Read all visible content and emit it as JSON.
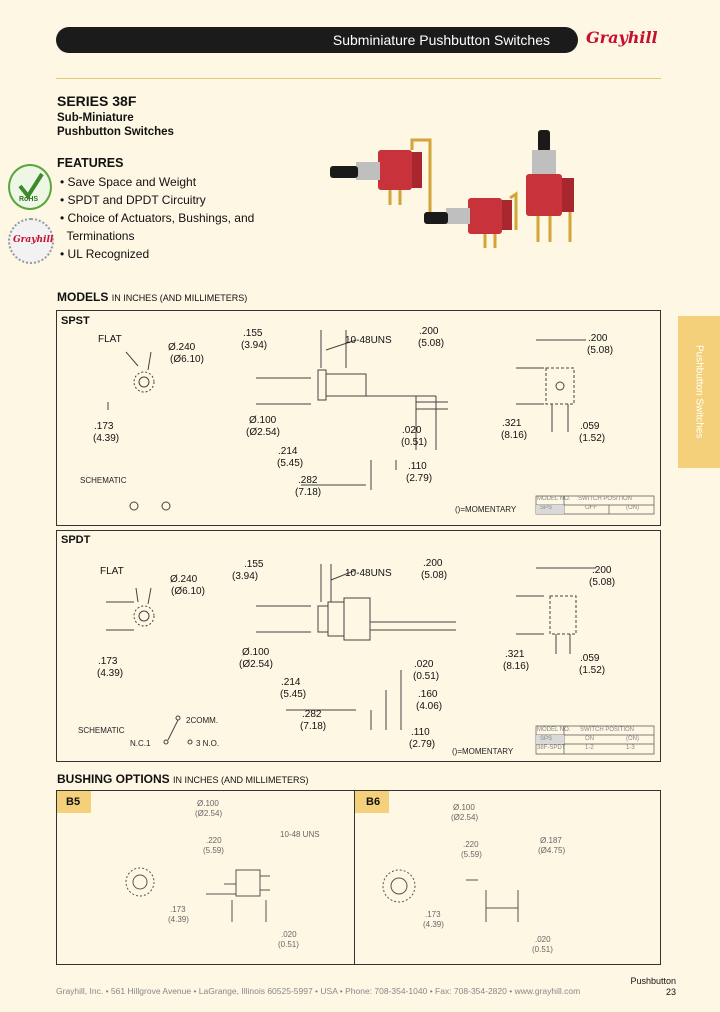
{
  "header": {
    "title": "Subminiature Pushbutton Switches",
    "logo_text": "Grayhill"
  },
  "side_tab": {
    "text": "Pushbutton Switches",
    "color": "#f4d07a"
  },
  "series": {
    "title": "SERIES 38F",
    "subtitle_line1": "Sub-Miniature",
    "subtitle_line2": "Pushbutton Switches"
  },
  "features": {
    "title": "FEATURES",
    "items": [
      "• Save Space and Weight",
      "• SPDT and DPDT Circuitry",
      "• Choice of Actuators, Bushings, and",
      "  Terminations",
      "• UL Recognized"
    ]
  },
  "badges": {
    "rohs": "RoHS",
    "grayhill": "Grayhill"
  },
  "models": {
    "title": "MODELS",
    "subtitle": "IN INCHES (AND MILLIMETERS)",
    "spst": {
      "label": "SPST",
      "flat": "FLAT",
      "dia240": "Ø.240",
      "dia240_mm": "(Ø6.10)",
      "d155": ".155",
      "d155_mm": "(3.94)",
      "thread": "10-48UNS",
      "d200a": ".200",
      "d200a_mm": "(5.08)",
      "d200b": ".200",
      "d200b_mm": "(5.08)",
      "d173": ".173",
      "d173_mm": "(4.39)",
      "dia100": "Ø.100",
      "dia100_mm": "(Ø2.54)",
      "d020": ".020",
      "d020_mm": "(0.51)",
      "d214": ".214",
      "d214_mm": "(5.45)",
      "d110": ".110",
      "d110_mm": "(2.79)",
      "d282": ".282",
      "d282_mm": "(7.18)",
      "d321": ".321",
      "d321_mm": "(8.16)",
      "d059": ".059",
      "d059_mm": "(1.52)",
      "schematic": "SCHEMATIC",
      "momentary": "()=MOMENTARY",
      "table": {
        "h1": "MODEL NO.",
        "h2": "SWITCH POSITION",
        "r1": "SPS",
        "r2": "OFF",
        "r3": "(ON)"
      }
    },
    "spdt": {
      "label": "SPDT",
      "flat": "FLAT",
      "dia240": "Ø.240",
      "dia240_mm": "(Ø6.10)",
      "d155": ".155",
      "d155_mm": "(3.94)",
      "thread": "10-48UNS",
      "d200a": ".200",
      "d200a_mm": "(5.08)",
      "d200b": ".200",
      "d200b_mm": "(5.08)",
      "d173": ".173",
      "d173_mm": "(4.39)",
      "dia100": "Ø.100",
      "dia100_mm": "(Ø2.54)",
      "d020": ".020",
      "d020_mm": "(0.51)",
      "d214": ".214",
      "d214_mm": "(5.45)",
      "d160": ".160",
      "d160_mm": "(4.06)",
      "d282": ".282",
      "d282_mm": "(7.18)",
      "d110": ".110",
      "d110_mm": "(2.79)",
      "d321": ".321",
      "d321_mm": "(8.16)",
      "d059": ".059",
      "d059_mm": "(1.52)",
      "schematic": "SCHEMATIC",
      "comm": "2COMM.",
      "nc": "N.C.1",
      "no": "3 N.O.",
      "momentary": "()=MOMENTARY",
      "table": {
        "h1": "MODEL NO.",
        "h2": "SWITCH POSITION",
        "r1": "SPS",
        "r1b": "ON",
        "r1c": "(ON)",
        "r2": "38F-SPDT",
        "r2b": "1-2",
        "r2c": "1-3"
      }
    }
  },
  "bushing": {
    "title": "BUSHING OPTIONS",
    "subtitle": "IN INCHES (AND MILLIMETERS)",
    "b5": {
      "label": "B5",
      "dia100": "Ø.100",
      "dia100_mm": "(Ø2.54)",
      "d220": ".220",
      "d220_mm": "(5.59)",
      "thread": "10-48 UNS",
      "d173": ".173",
      "d173_mm": "(4.39)",
      "d020": ".020",
      "d020_mm": "(0.51)"
    },
    "b6": {
      "label": "B6",
      "dia100": "Ø.100",
      "dia100_mm": "(Ø2.54)",
      "d220": ".220",
      "d220_mm": "(5.59)",
      "dia187": "Ø.187",
      "dia187_mm": "(Ø4.75)",
      "d173": ".173",
      "d173_mm": "(4.39)",
      "d020": ".020",
      "d020_mm": "(0.51)"
    }
  },
  "footer": {
    "text": "Grayhill, Inc. • 561 Hillgrove Avenue • LaGrange, Illinois 60525-5997 • USA • Phone: 708-354-1040 • Fax: 708-354-2820 • www.grayhill.com",
    "page_label": "Pushbutton",
    "page_number": "23"
  }
}
